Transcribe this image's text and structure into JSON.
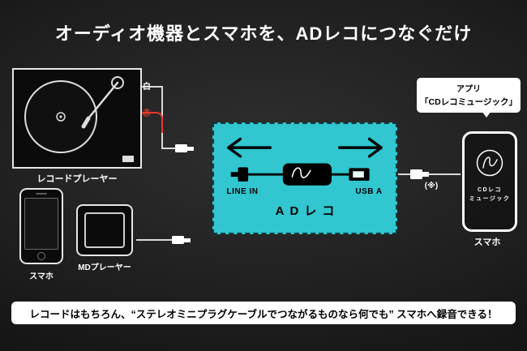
{
  "title": "オーディオ機器とスマホを、ADレコにつなぐだけ",
  "colors": {
    "accent_cyan": "#31c6d0",
    "plug_red": "#e8382f",
    "background": "#1d1d1d",
    "panel_text": "#000000"
  },
  "record_player": {
    "label": "レコードプレーヤー"
  },
  "left_phone": {
    "label": "スマホ"
  },
  "md_player": {
    "label": "MDプレーヤー"
  },
  "cables": {
    "white": "白",
    "red": "赤",
    "note": "(※)"
  },
  "adreco": {
    "line_in": "LINE IN",
    "usb_a": "USB A",
    "name": "ADレコ"
  },
  "callout": {
    "line1": "アプリ",
    "line2": "「CDレコミュージック」"
  },
  "right_phone": {
    "app_line1": "CDレコ",
    "app_line2": "ミュージック",
    "label": "スマホ"
  },
  "footer": {
    "text": "レコードはもちろん、“ステレオミニプラグケーブルでつながるものなら何でも” スマホへ録音できる！"
  }
}
